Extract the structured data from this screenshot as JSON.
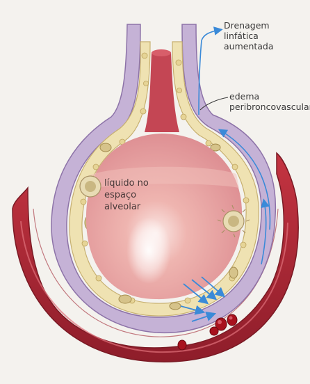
{
  "labels": {
    "drainage": [
      "Drenagem",
      "linfática",
      "aumentada"
    ],
    "edema": [
      "edema",
      "peribroncovascular"
    ],
    "alveolar": [
      "líquido no",
      "espaço",
      "alveolar"
    ]
  },
  "colors": {
    "background": "#f4f2ee",
    "capillary_red": "#c22e3c",
    "interstitium_lilac": "#c5b2d6",
    "alveolar_wall_cream": "#efe2b2",
    "alveolar_fluid_pink": "#e9a1a1",
    "lymph_arrow_blue": "#3a8ad8"
  },
  "icons": [
    "arrow-icon",
    "macrophage-icon",
    "red-blood-cell-icon"
  ]
}
